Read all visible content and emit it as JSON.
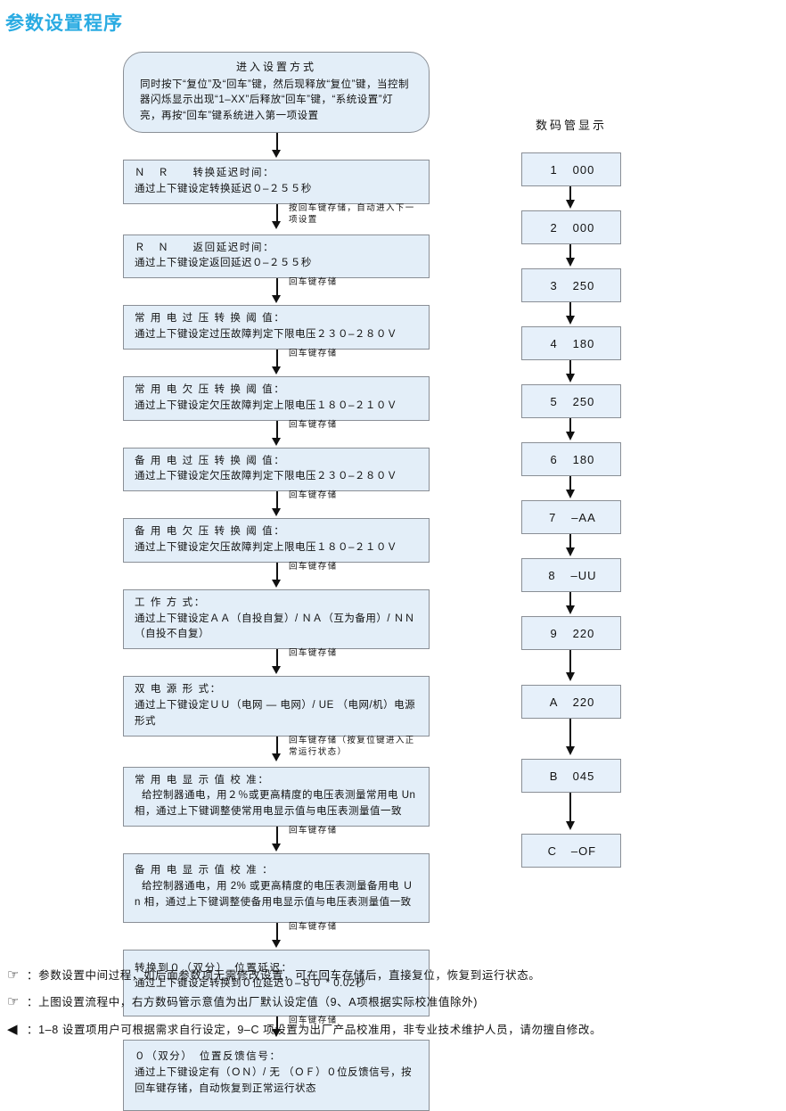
{
  "page_title": "参数设置程序",
  "flow": {
    "entry": {
      "title": "进入设置方式",
      "body": "同时按下“复位”及“回车”键，然后现释放“复位”键，当控制器闪烁显示出现“1–XX”后释放“回车”键，“系统设置”灯亮，再按“回车”键系统进入第一项设置"
    },
    "nodes": [
      {
        "title": "Ｎ　Ｒ　　转换延迟时间：",
        "body": "通过上下键设定转换延迟０–２５５秒"
      },
      {
        "title": "Ｒ　Ｎ　　返回延迟时间：",
        "body": "通过上下键设定返回延迟０–２５５秒"
      },
      {
        "title": "常 用 电 过 压 转 换 阈 值：",
        "body": "通过上下键设定过压故障判定下限电压２３０–２８０Ｖ"
      },
      {
        "title": "常 用 电 欠 压 转 换 阈 值：",
        "body": "通过上下键设定欠压故障判定上限电压１８０–２１０Ｖ"
      },
      {
        "title": "备 用 电 过 压 转 换 阈 值：",
        "body": "通过上下键设定欠压故障判定下限电压２３０–２８０Ｖ"
      },
      {
        "title": "备 用 电 欠 压 转 换 阈 值：",
        "body": "通过上下键设定欠压故障判定上限电压１８０–２１０Ｖ"
      },
      {
        "title": "工 作 方 式：",
        "body": "通过上下键设定ＡＡ（自投自复）/ ＮＡ（互为备用）/ ＮＮ（自投不自复）"
      },
      {
        "title": "双 电 源 形 式：",
        "body": "通过上下键设定ＵＵ（电网 — 电网）/ UE （电网/机）电源形式"
      },
      {
        "title": "常 用 电 显 示 值 校 准：",
        "body": "给控制器通电，用２％或更高精度的电压表测量常用电 Un 相，通过上下键调整使常用电显示值与电压表测量值一致"
      },
      {
        "title": "备 用 电 显 示 值 校 准 ：",
        "body": "给控制器通电，用 2% 或更高精度的电压表测量备用电 Ｕ n 相，通过上下键调整使备用电显示值与电压表测量值一致"
      },
      {
        "title": "转换到０（双分）　位置延迟：",
        "body": "通过上下键设定转换到０位延迟０–８０ *  0.02秒"
      },
      {
        "title": "０（双分）　位置反馈信号：",
        "body": "通过上下键设定有（ＯＮ）/ 无 （ＯＦ）０位反馈信号，按回车键存锗，自动恢复到正常运行状态"
      }
    ],
    "connector_labels": [
      "",
      "按回车键存储，自动进入下一\n项设置",
      "回车键存储",
      "回车键存储",
      "回车键存储",
      "回车键存储",
      "回车键存储",
      "回车键存储",
      "回车键存储（按复位键进入正\n常运行状态）",
      "回车键存储",
      "回车键存储",
      "回车键存储"
    ]
  },
  "display": {
    "title": "数码管显示",
    "items": [
      {
        "index": "1",
        "value": "000"
      },
      {
        "index": "2",
        "value": "000"
      },
      {
        "index": "3",
        "value": "250"
      },
      {
        "index": "4",
        "value": "180"
      },
      {
        "index": "5",
        "value": "250"
      },
      {
        "index": "6",
        "value": "180"
      },
      {
        "index": "7",
        "value": "–AA"
      },
      {
        "index": "8",
        "value": "–UU"
      },
      {
        "index": "9",
        "value": "220"
      },
      {
        "index": "A",
        "value": "220"
      },
      {
        "index": "B",
        "value": "045"
      },
      {
        "index": "C",
        "value": "–OF"
      }
    ]
  },
  "footnotes": [
    {
      "icon": "pointing-hand-icon",
      "glyph": "☞",
      "colon": "：",
      "text": "参数设置中间过程，如后面参数项无需修改设置，可在回车存储后，直接复位，恢复到运行状态。"
    },
    {
      "icon": "pointing-hand-icon",
      "glyph": "☞",
      "colon": "：",
      "text": "上图设置流程中，右方数码管示意值为出厂默认设定值（9、A项根据实际校准值除外)"
    },
    {
      "icon": "speaker-icon",
      "glyph": "◀",
      "colon": "：",
      "text": "1–8 设置项用户可根据需求自行设定，9–C 项设置为出厂产品校准用，非专业技术维护人员，请勿擅自修改。"
    }
  ],
  "colors": {
    "title": "#29abe2",
    "node_fill": "#e3eef8",
    "node_border": "#8a8f96",
    "display_fill": "#e6f0fa"
  }
}
